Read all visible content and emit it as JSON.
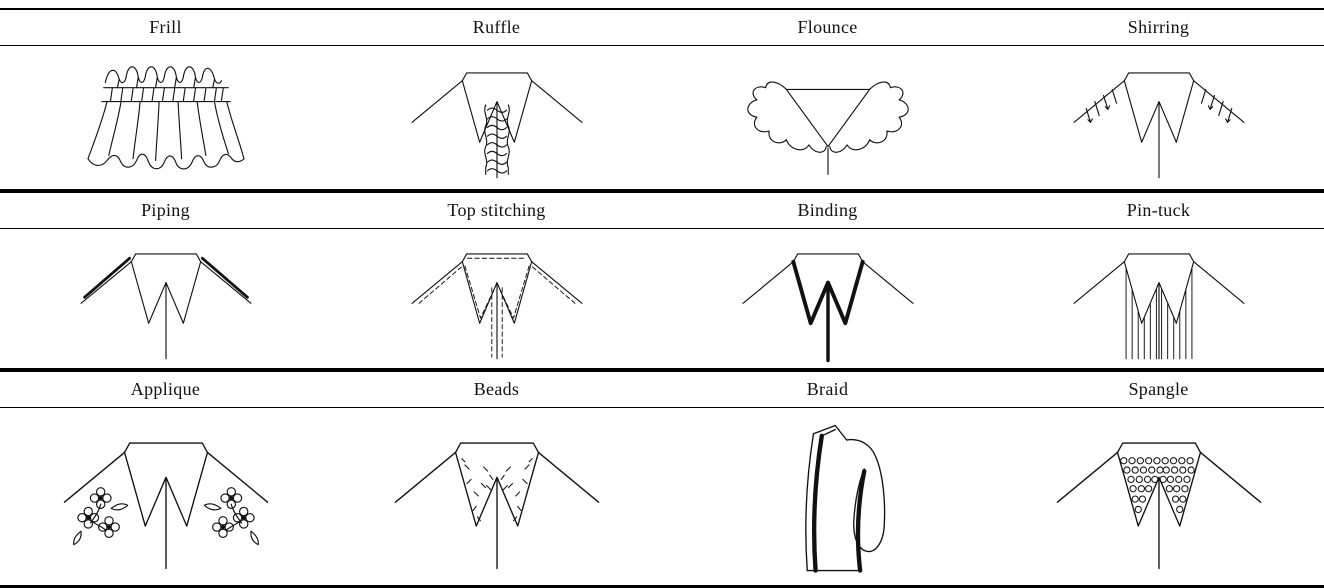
{
  "table": {
    "sections": [
      {
        "cells": [
          {
            "label": "Frill",
            "icon": "frill-illustration"
          },
          {
            "label": "Ruffle",
            "icon": "ruffle-illustration"
          },
          {
            "label": "Flounce",
            "icon": "flounce-illustration"
          },
          {
            "label": "Shirring",
            "icon": "shirring-illustration"
          }
        ]
      },
      {
        "cells": [
          {
            "label": "Piping",
            "icon": "piping-illustration"
          },
          {
            "label": "Top stitching",
            "icon": "top-stitching-illustration"
          },
          {
            "label": "Binding",
            "icon": "binding-illustration"
          },
          {
            "label": "Pin-tuck",
            "icon": "pin-tuck-illustration"
          }
        ]
      },
      {
        "cells": [
          {
            "label": "Applique",
            "icon": "applique-illustration"
          },
          {
            "label": "Beads",
            "icon": "beads-illustration"
          },
          {
            "label": "Braid",
            "icon": "braid-illustration"
          },
          {
            "label": "Spangle",
            "icon": "spangle-illustration"
          }
        ]
      }
    ],
    "style": {
      "line_color": "#111111",
      "rule_color": "#000000",
      "background": "#ffffff"
    }
  }
}
